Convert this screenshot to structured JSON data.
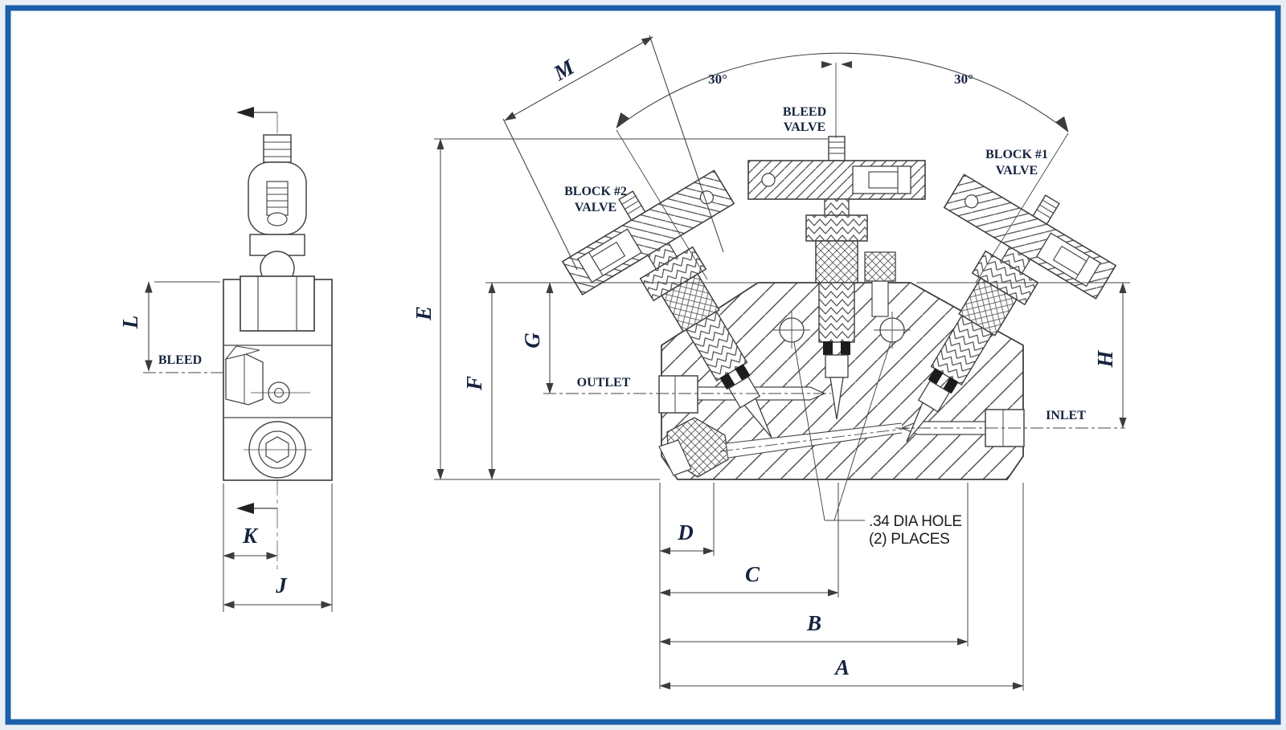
{
  "colors": {
    "frame_blue": "#1b5ea9",
    "page_background": "#e9eef4",
    "canvas_white": "#ffffff",
    "drawing_line": "#454545",
    "label_text": "#16233f",
    "note_text": "#1c1c1c"
  },
  "side_view": {
    "bleed_label": "BLEED",
    "dim_l": "L",
    "dim_k": "K",
    "dim_j": "J"
  },
  "main_view": {
    "dim_m": "M",
    "angle_left": "30°",
    "angle_right": "30°",
    "bleed_valve": {
      "line1": "BLEED",
      "line2": "VALVE"
    },
    "block2_valve": {
      "line1": "BLOCK #2",
      "line2": "VALVE"
    },
    "block1_valve": {
      "line1": "BLOCK #1",
      "line2": "VALVE"
    },
    "outlet": "OUTLET",
    "inlet": "INLET",
    "hole_note": {
      "line1": ".34 DIA HOLE",
      "line2": "(2) PLACES"
    },
    "dim_e": "E",
    "dim_f": "F",
    "dim_g": "G",
    "dim_h": "H",
    "dim_d": "D",
    "dim_c": "C",
    "dim_b": "B",
    "dim_a": "A"
  }
}
